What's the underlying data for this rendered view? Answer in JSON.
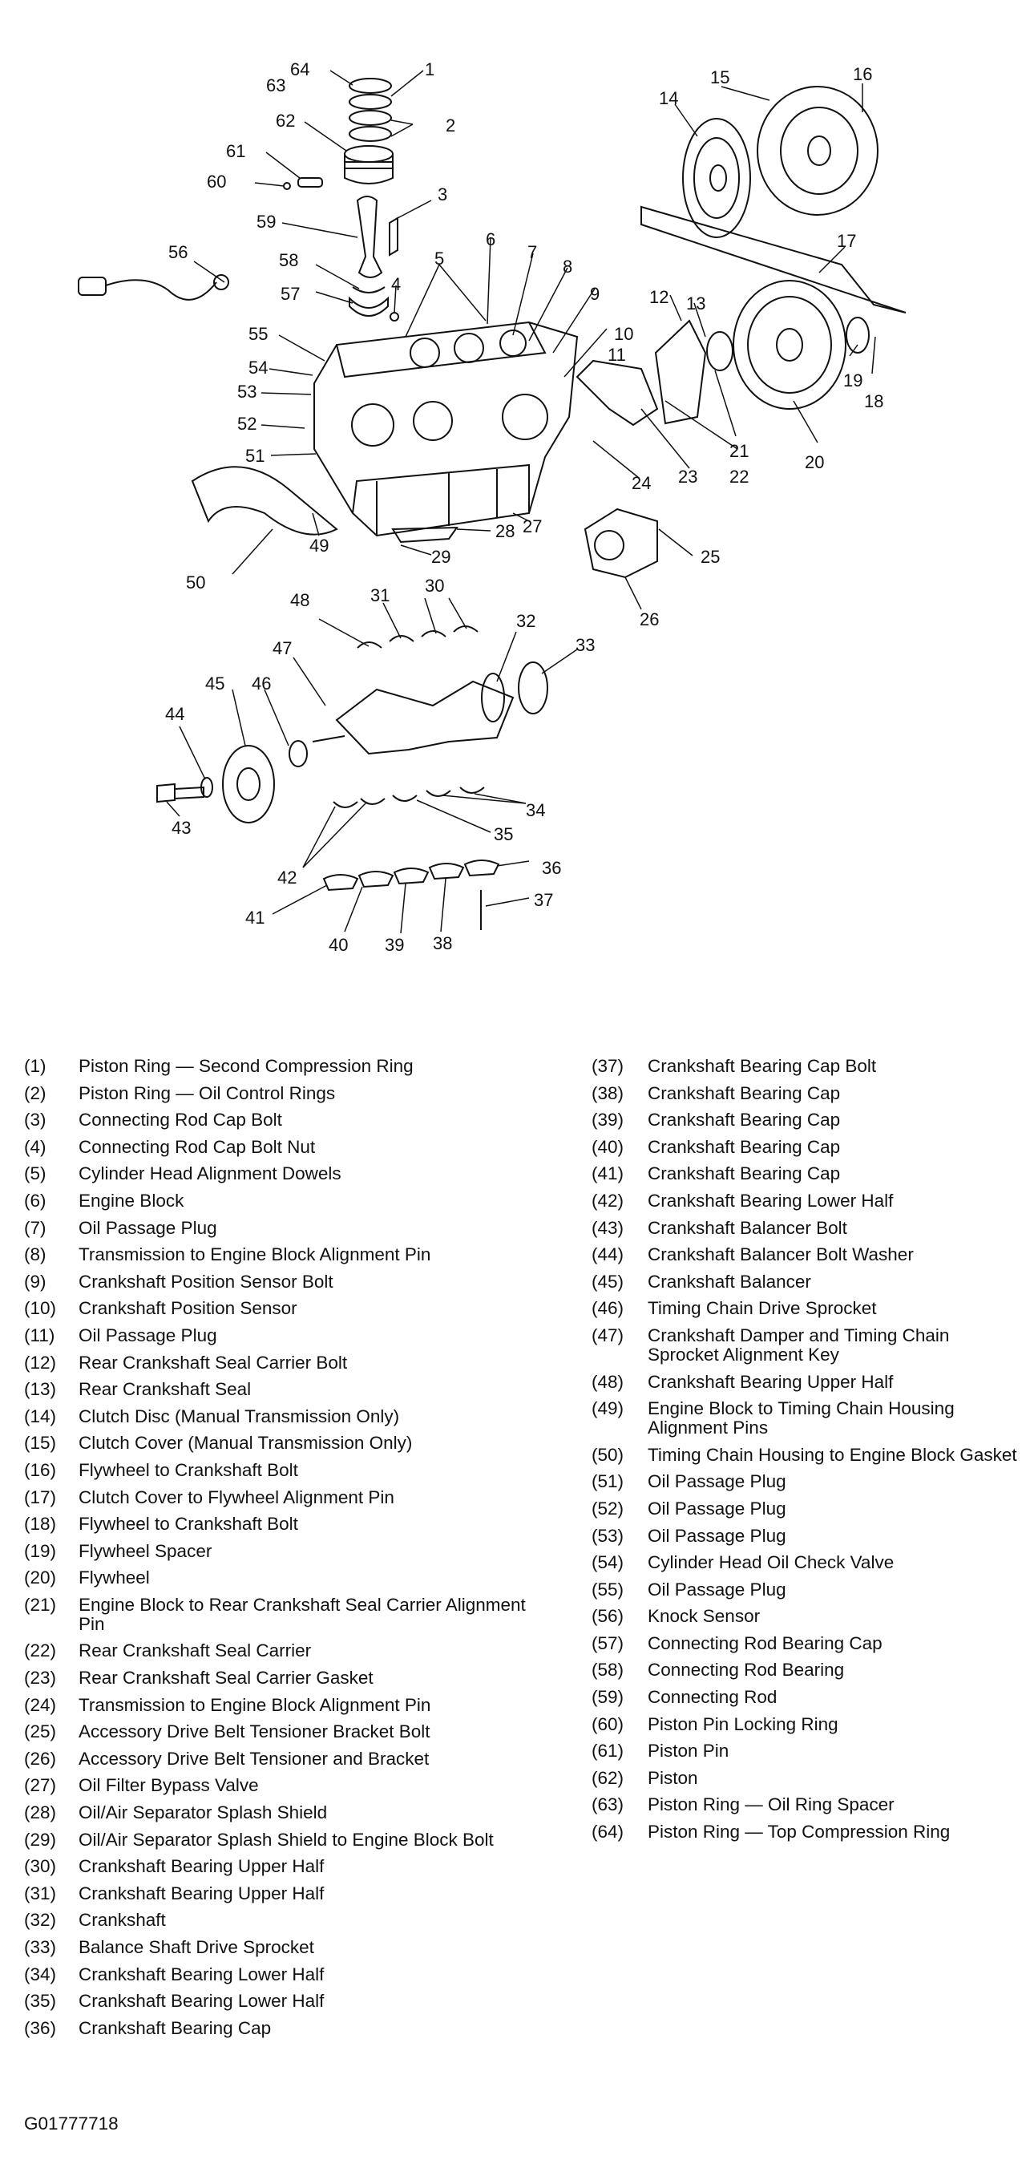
{
  "diagram": {
    "callouts": [
      "64",
      "1",
      "63",
      "2",
      "62",
      "61",
      "60",
      "3",
      "59",
      "58",
      "57",
      "4",
      "5",
      "6",
      "7",
      "8",
      "9",
      "56",
      "55",
      "54",
      "53",
      "52",
      "51",
      "10",
      "11",
      "12",
      "13",
      "14",
      "15",
      "16",
      "17",
      "18",
      "19",
      "20",
      "21",
      "22",
      "23",
      "24",
      "25",
      "26",
      "27",
      "28",
      "29",
      "49",
      "50",
      "48",
      "31",
      "30",
      "32",
      "33",
      "47",
      "45",
      "46",
      "44",
      "43",
      "42",
      "34",
      "35",
      "36",
      "37",
      "41",
      "40",
      "39",
      "38"
    ]
  },
  "legend": {
    "left": [
      {
        "num": "(1)",
        "text": "Piston Ring — Second Compression Ring"
      },
      {
        "num": "(2)",
        "text": "Piston Ring — Oil Control Rings"
      },
      {
        "num": "(3)",
        "text": "Connecting Rod Cap Bolt"
      },
      {
        "num": "(4)",
        "text": "Connecting Rod Cap Bolt Nut"
      },
      {
        "num": "(5)",
        "text": "Cylinder Head Alignment Dowels"
      },
      {
        "num": "(6)",
        "text": "Engine Block"
      },
      {
        "num": "(7)",
        "text": "Oil Passage Plug"
      },
      {
        "num": "(8)",
        "text": "Transmission to Engine Block Alignment Pin"
      },
      {
        "num": "(9)",
        "text": "Crankshaft Position Sensor Bolt"
      },
      {
        "num": "(10)",
        "text": "Crankshaft Position Sensor"
      },
      {
        "num": "(11)",
        "text": "Oil Passage Plug"
      },
      {
        "num": "(12)",
        "text": "Rear Crankshaft Seal Carrier Bolt"
      },
      {
        "num": "(13)",
        "text": "Rear Crankshaft Seal"
      },
      {
        "num": "(14)",
        "text": "Clutch Disc (Manual Transmission Only)"
      },
      {
        "num": "(15)",
        "text": "Clutch Cover (Manual Transmission Only)"
      },
      {
        "num": "(16)",
        "text": "Flywheel to Crankshaft Bolt"
      },
      {
        "num": "(17)",
        "text": "Clutch Cover to Flywheel Alignment Pin"
      },
      {
        "num": "(18)",
        "text": "Flywheel to Crankshaft Bolt"
      },
      {
        "num": "(19)",
        "text": "Flywheel Spacer"
      },
      {
        "num": "(20)",
        "text": "Flywheel"
      },
      {
        "num": "(21)",
        "text": "Engine Block to Rear Crankshaft Seal Carrier Alignment Pin"
      },
      {
        "num": "(22)",
        "text": "Rear Crankshaft Seal Carrier"
      },
      {
        "num": "(23)",
        "text": "Rear Crankshaft Seal Carrier Gasket"
      },
      {
        "num": "(24)",
        "text": "Transmission to Engine Block Alignment Pin"
      },
      {
        "num": "(25)",
        "text": "Accessory Drive Belt Tensioner Bracket Bolt"
      },
      {
        "num": "(26)",
        "text": "Accessory Drive Belt Tensioner and Bracket"
      },
      {
        "num": "(27)",
        "text": "Oil Filter Bypass Valve"
      },
      {
        "num": "(28)",
        "text": "Oil/Air Separator Splash Shield"
      },
      {
        "num": "(29)",
        "text": "Oil/Air Separator Splash Shield to Engine Block Bolt"
      },
      {
        "num": "(30)",
        "text": "Crankshaft Bearing Upper Half"
      },
      {
        "num": "(31)",
        "text": "Crankshaft Bearing Upper Half"
      },
      {
        "num": "(32)",
        "text": "Crankshaft"
      },
      {
        "num": "(33)",
        "text": "Balance Shaft Drive Sprocket"
      },
      {
        "num": "(34)",
        "text": "Crankshaft Bearing Lower Half"
      },
      {
        "num": "(35)",
        "text": "Crankshaft Bearing Lower Half"
      },
      {
        "num": "(36)",
        "text": "Crankshaft Bearing Cap"
      }
    ],
    "right": [
      {
        "num": "(37)",
        "text": "Crankshaft Bearing Cap Bolt"
      },
      {
        "num": "(38)",
        "text": "Crankshaft Bearing Cap"
      },
      {
        "num": "(39)",
        "text": "Crankshaft Bearing Cap"
      },
      {
        "num": "(40)",
        "text": "Crankshaft Bearing Cap"
      },
      {
        "num": "(41)",
        "text": "Crankshaft Bearing Cap"
      },
      {
        "num": "(42)",
        "text": "Crankshaft Bearing Lower Half"
      },
      {
        "num": "(43)",
        "text": "Crankshaft Balancer Bolt"
      },
      {
        "num": "(44)",
        "text": "Crankshaft Balancer Bolt Washer"
      },
      {
        "num": "(45)",
        "text": "Crankshaft Balancer"
      },
      {
        "num": "(46)",
        "text": "Timing Chain Drive Sprocket"
      },
      {
        "num": "(47)",
        "text": "Crankshaft Damper and Timing Chain Sprocket Alignment Key"
      },
      {
        "num": "(48)",
        "text": "Crankshaft Bearing Upper Half"
      },
      {
        "num": "(49)",
        "text": "Engine Block to Timing Chain Housing Alignment Pins"
      },
      {
        "num": "(50)",
        "text": "Timing Chain Housing to Engine Block Gasket"
      },
      {
        "num": "(51)",
        "text": "Oil Passage Plug"
      },
      {
        "num": "(52)",
        "text": "Oil Passage Plug"
      },
      {
        "num": "(53)",
        "text": "Oil Passage Plug"
      },
      {
        "num": "(54)",
        "text": "Cylinder Head Oil Check Valve"
      },
      {
        "num": "(55)",
        "text": "Oil Passage Plug"
      },
      {
        "num": "(56)",
        "text": "Knock Sensor"
      },
      {
        "num": "(57)",
        "text": "Connecting Rod Bearing Cap"
      },
      {
        "num": "(58)",
        "text": "Connecting Rod Bearing"
      },
      {
        "num": "(59)",
        "text": "Connecting Rod"
      },
      {
        "num": "(60)",
        "text": "Piston Pin Locking Ring"
      },
      {
        "num": "(61)",
        "text": "Piston Pin"
      },
      {
        "num": "(62)",
        "text": "Piston"
      },
      {
        "num": "(63)",
        "text": "Piston Ring — Oil Ring Spacer"
      },
      {
        "num": "(64)",
        "text": "Piston Ring — Top Compression Ring"
      }
    ]
  },
  "figure_id": "G01777718"
}
